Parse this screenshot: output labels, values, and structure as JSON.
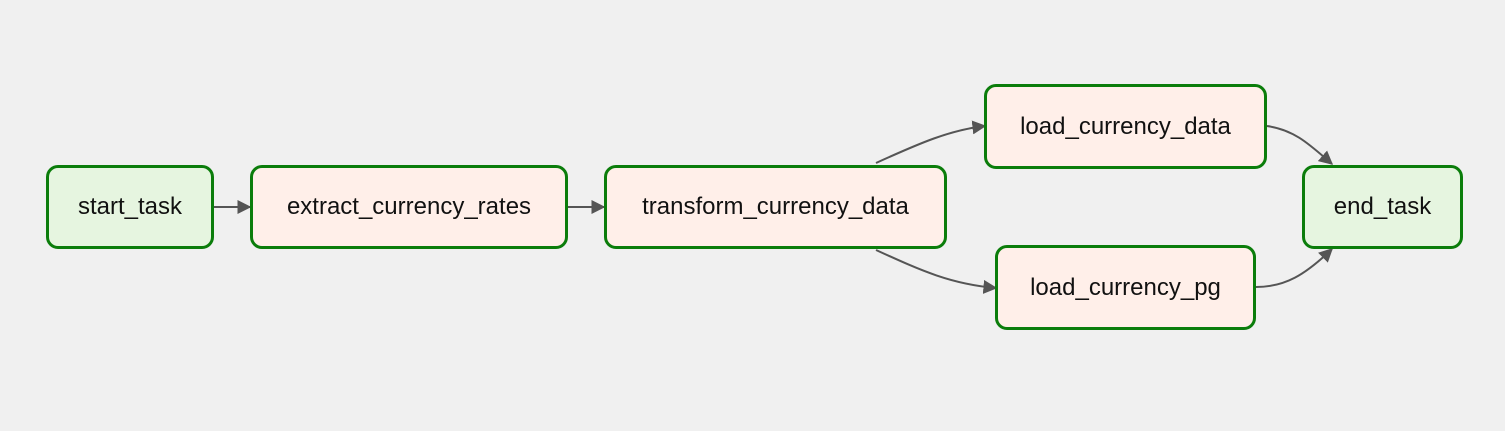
{
  "graph": {
    "nodes": [
      {
        "id": "start_task",
        "label": "start_task",
        "kind": "empty"
      },
      {
        "id": "extract_currency_rates",
        "label": "extract_currency_rates",
        "kind": "python"
      },
      {
        "id": "transform_currency_data",
        "label": "transform_currency_data",
        "kind": "python"
      },
      {
        "id": "load_currency_data",
        "label": "load_currency_data",
        "kind": "python"
      },
      {
        "id": "load_currency_pg",
        "label": "load_currency_pg",
        "kind": "python"
      },
      {
        "id": "end_task",
        "label": "end_task",
        "kind": "empty"
      }
    ],
    "edges": [
      {
        "from": "start_task",
        "to": "extract_currency_rates"
      },
      {
        "from": "extract_currency_rates",
        "to": "transform_currency_data"
      },
      {
        "from": "transform_currency_data",
        "to": "load_currency_data"
      },
      {
        "from": "transform_currency_data",
        "to": "load_currency_pg"
      },
      {
        "from": "load_currency_data",
        "to": "end_task"
      },
      {
        "from": "load_currency_pg",
        "to": "end_task"
      }
    ]
  },
  "colors": {
    "background": "#f0f0f0",
    "node_border": "#0b7d0b",
    "empty_task_fill": "#e6f5e0",
    "python_task_fill": "#ffefe9",
    "edge": "#555555"
  }
}
